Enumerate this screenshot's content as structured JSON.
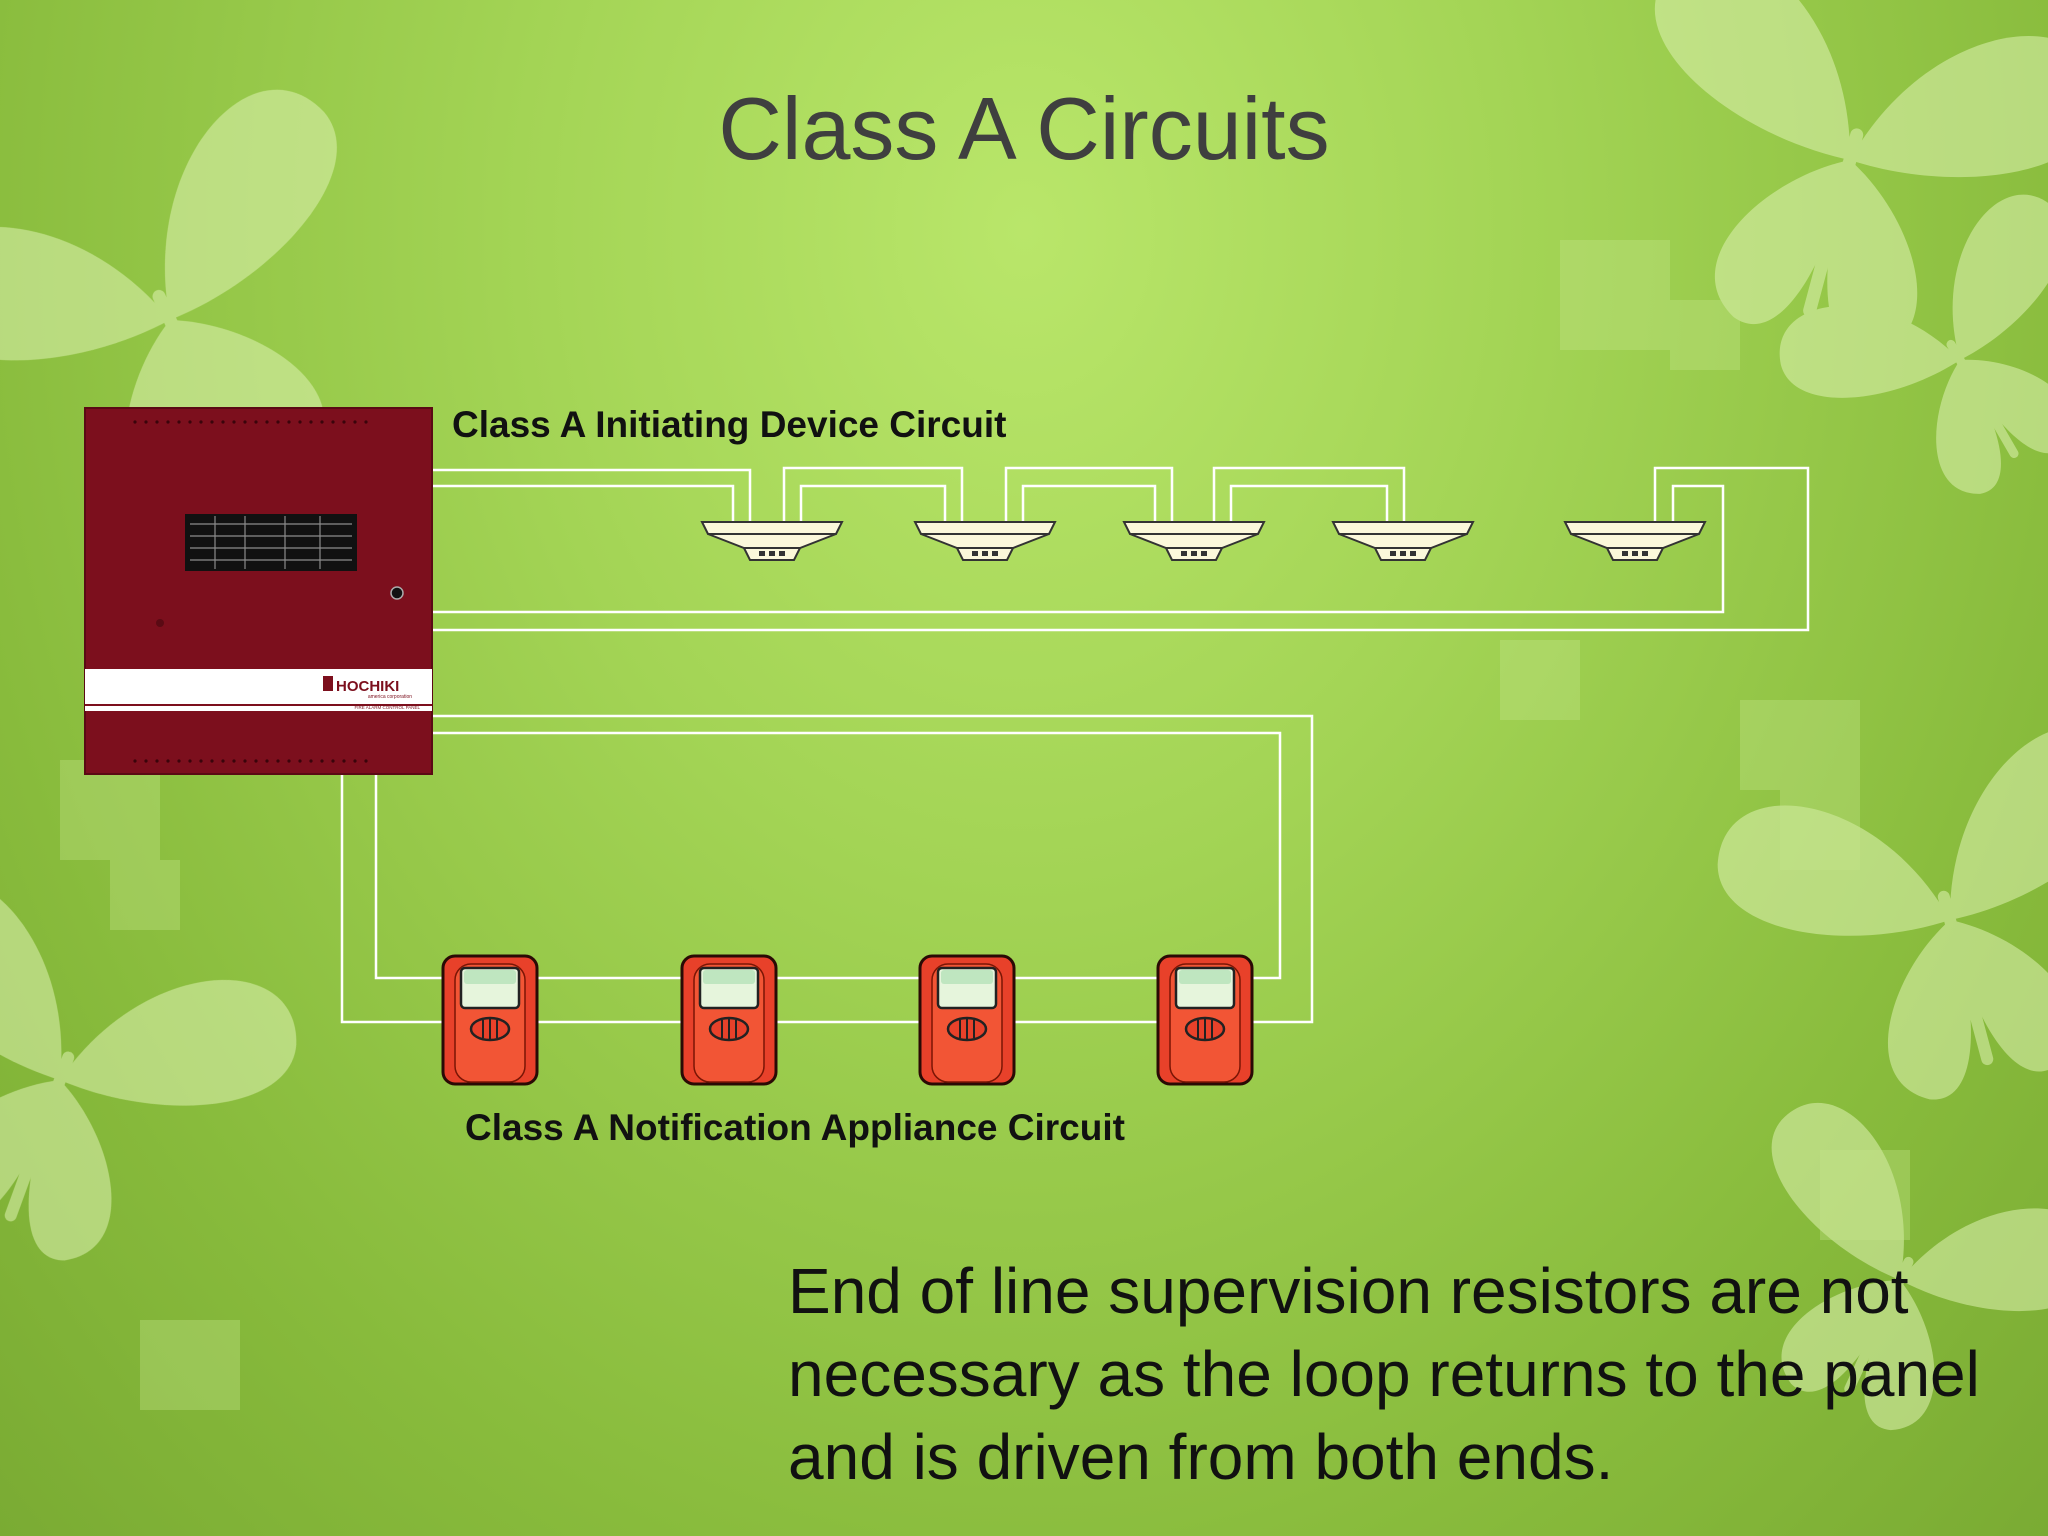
{
  "slide": {
    "title": "Class A Circuits",
    "body_text": "End of line supervision resistors are not necessary as the loop returns to the panel and is driven from both ends."
  },
  "diagram": {
    "control_panel": {
      "brand": "HOCHIKI",
      "brand_sub": "america corporation",
      "panel_caption": "FIRE ALARM CONTROL PANEL",
      "color": "#7c0f1d"
    },
    "initiating_circuit": {
      "label": "Class A Initiating Device Circuit",
      "device_type": "smoke-detector-icon",
      "device_count": 5
    },
    "notification_circuit": {
      "label": "Class A Notification Appliance Circuit",
      "device_type": "horn-strobe-icon",
      "device_count": 4,
      "device_color": "#e8412a"
    }
  }
}
